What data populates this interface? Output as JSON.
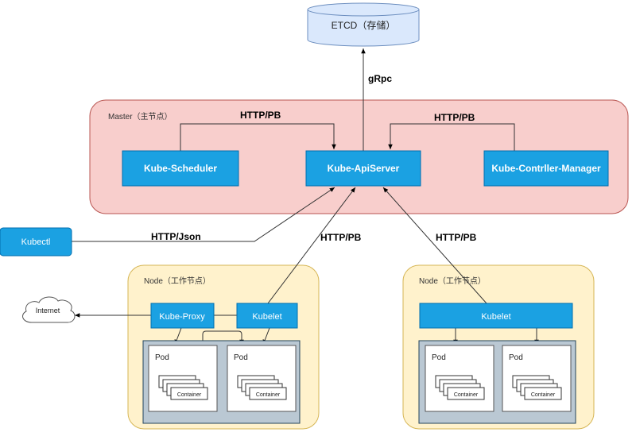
{
  "etcd": {
    "label": "ETCD（存储）"
  },
  "edges": {
    "grpc": "gRpc",
    "scheduler_http": "HTTP/PB",
    "controller_http": "HTTP/PB",
    "kubectl_http": "HTTP/Json",
    "node1_http": "HTTP/PB",
    "node2_http": "HTTP/PB"
  },
  "master": {
    "label": "Master（主节点）",
    "scheduler": "Kube-Scheduler",
    "apiserver": "Kube-ApiServer",
    "controller": "Kube-Contrller-Manager"
  },
  "kubectl": {
    "label": "Kubectl"
  },
  "internet": {
    "label": "Internet"
  },
  "node1": {
    "label": "Node（工作节点）",
    "proxy": "Kube-Proxy",
    "kubelet": "Kubelet",
    "pods": [
      {
        "label": "Pod",
        "container": "Container"
      },
      {
        "label": "Pod",
        "container": "Container"
      }
    ]
  },
  "node2": {
    "label": "Node（工作节点）",
    "kubelet": "Kubelet",
    "pods": [
      {
        "label": "Pod",
        "container": "Container"
      },
      {
        "label": "Pod",
        "container": "Container"
      }
    ]
  },
  "colors": {
    "component_blue": "#1ba1e2",
    "master_fill": "#f8cecc",
    "master_stroke": "#b85450",
    "node_fill": "#fff2cc",
    "node_stroke": "#d6b656",
    "etcd_fill": "#dae8fc",
    "etcd_stroke": "#6c8ebf",
    "pod_group_fill": "#bac8d3",
    "pod_group_stroke": "#23445d"
  }
}
